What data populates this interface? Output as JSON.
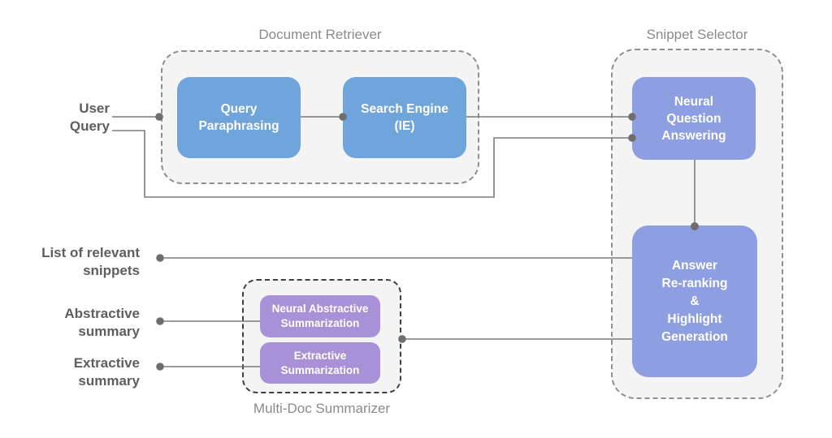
{
  "groups": {
    "document_retriever": {
      "title": "Document Retriever"
    },
    "snippet_selector": {
      "title": "Snippet Selector"
    },
    "multi_doc_summarizer": {
      "title": "Multi-Doc Summarizer"
    }
  },
  "nodes": {
    "query_paraphrasing": {
      "label": "Query\nParaphrasing"
    },
    "search_engine": {
      "label": "Search Engine\n(IE)"
    },
    "neural_question_answering": {
      "label": "Neural\nQuestion\nAnswering"
    },
    "answer_reranking": {
      "label": "Answer\nRe-ranking\n&\nHighlight\nGeneration"
    },
    "neural_abstractive_summarization": {
      "label": "Neural Abstractive\nSummarization"
    },
    "extractive_summarization": {
      "label": "Extractive\nSummarization"
    }
  },
  "io_labels": {
    "user_query": "User\nQuery",
    "list_of_relevant_snippets": "List of relevant\nsnippets",
    "abstractive_summary": "Abstractive\nsummary",
    "extractive_summary": "Extractive\nsummary"
  },
  "colors": {
    "retriever_node": "#6fa5da",
    "selector_node": "#8d9ee1",
    "summarizer_node": "#a991d7",
    "group_fill": "#f4f4f5",
    "group_border": "#8f8f8f",
    "summarizer_group_border": "#3f3f3f",
    "connector_line": "#7b7b7b",
    "connector_dot": "#6e6e6e",
    "io_label_text": "#5e5e5e",
    "group_title_text": "#8b8b8b",
    "node_text": "#ffffff"
  }
}
